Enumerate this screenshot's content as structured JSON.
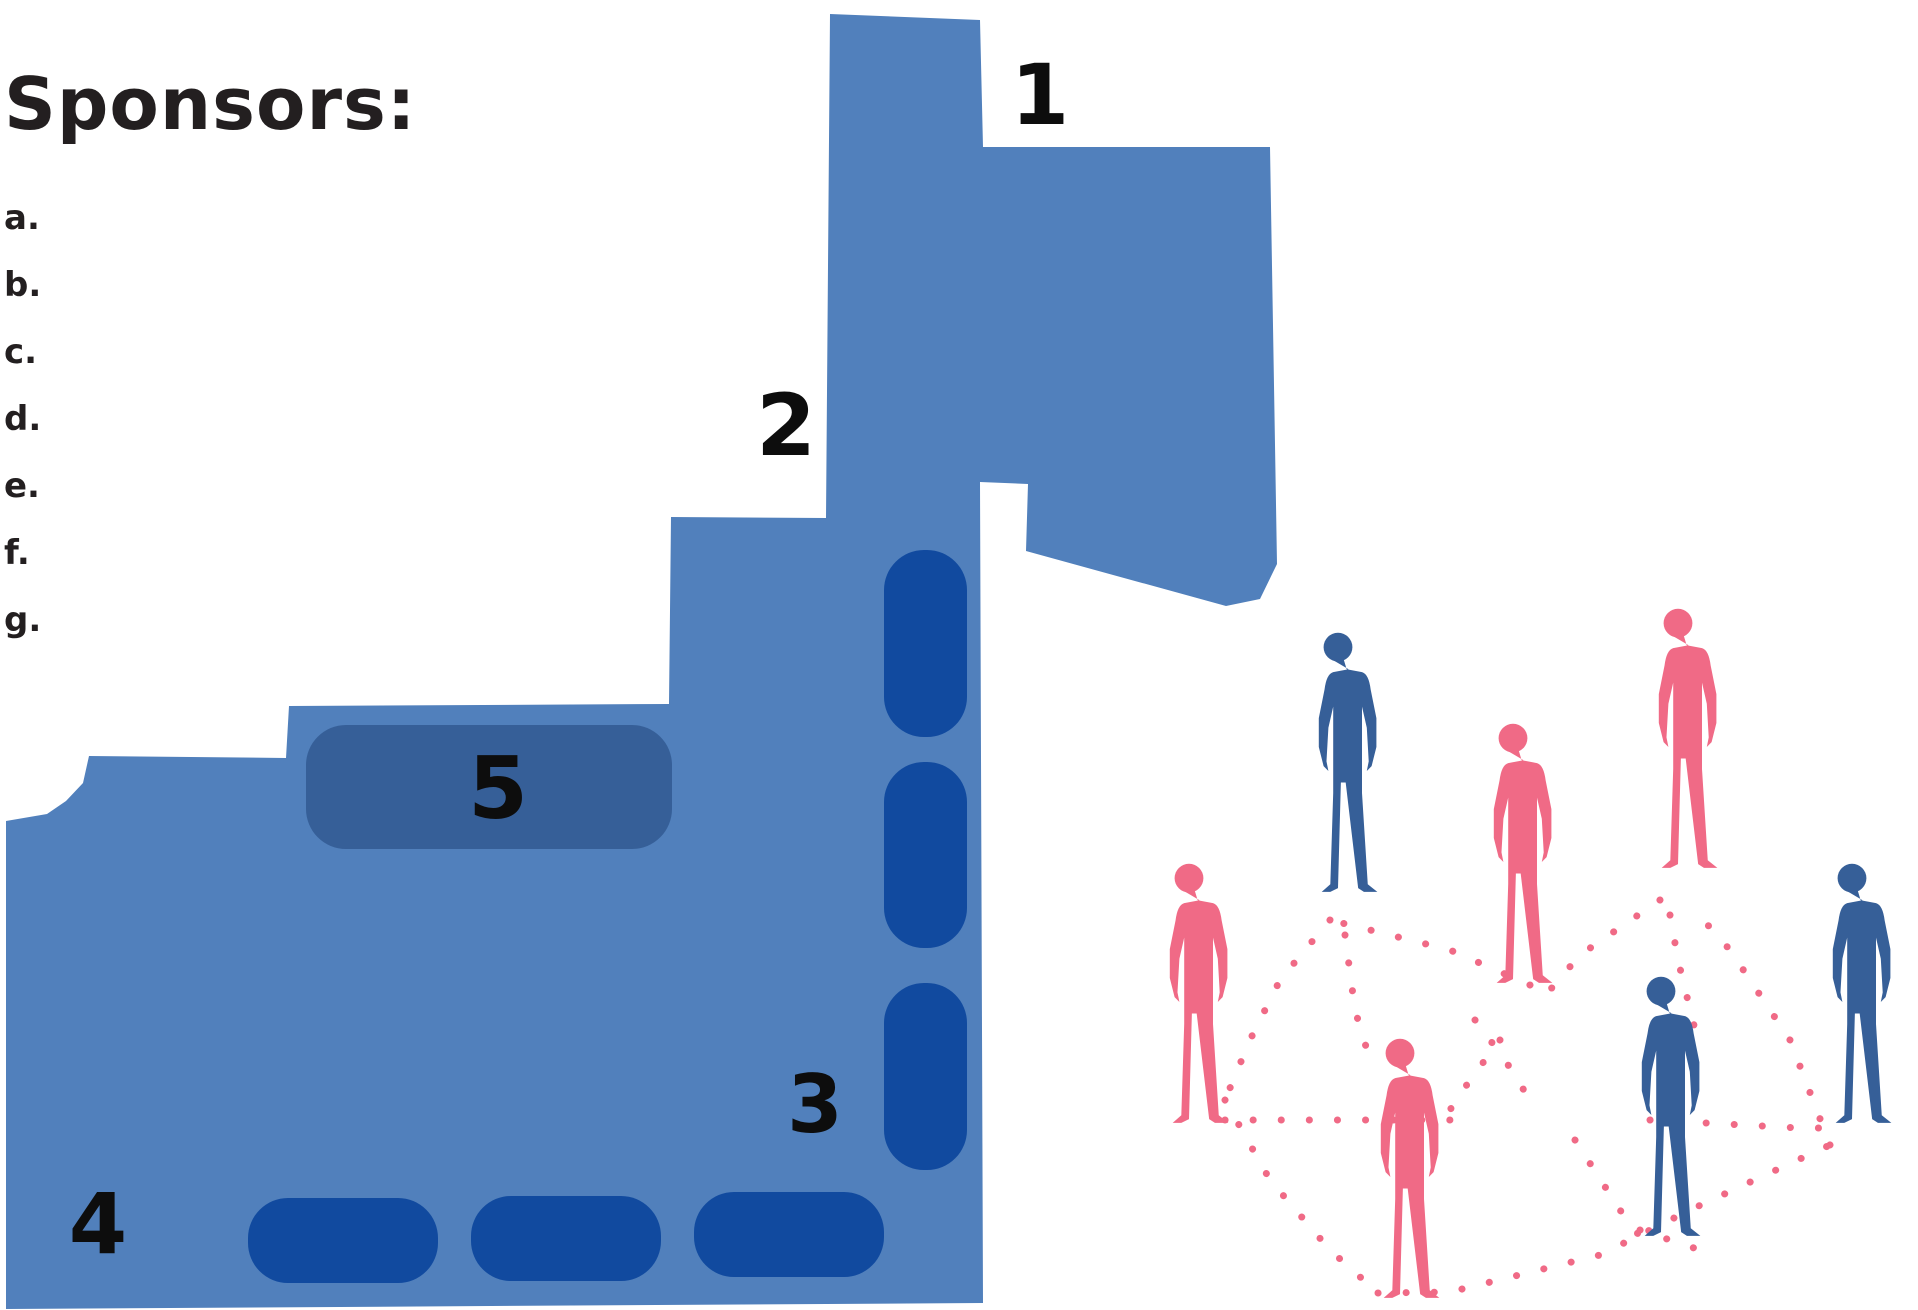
{
  "title": "Sponsors:",
  "sponsor_items": [
    "a.",
    "b.",
    "c.",
    "d.",
    "e.",
    "f.",
    "g."
  ],
  "area_labels": [
    "1",
    "2",
    "3",
    "4",
    "5"
  ],
  "colors": {
    "floor": "#5180bc",
    "pill_dark": "#114a9f",
    "pill_five": "#365f98",
    "pink": "#f06a86",
    "blue_person": "#365f98",
    "text": "#231f20"
  },
  "icons": [
    "people-network-icon"
  ]
}
